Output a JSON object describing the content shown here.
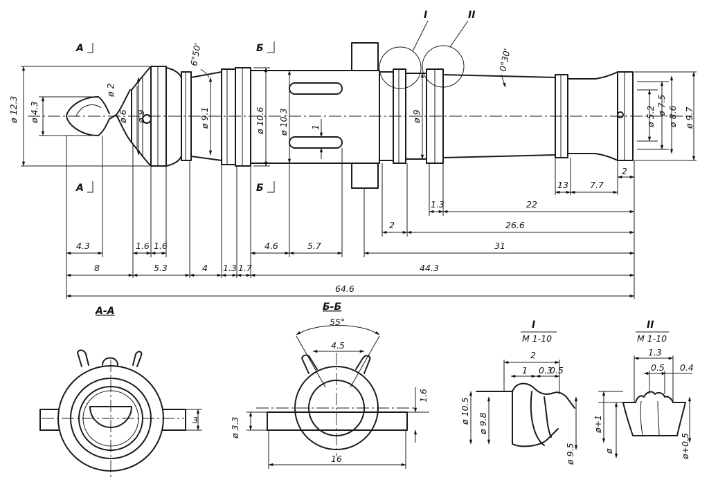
{
  "sections": {
    "aa_marker": "А",
    "bb_marker": "Б",
    "aa_title": "А-А",
    "bb_title": "Б-Б",
    "detail1_title": "I",
    "detail1_scale": "М 1-10",
    "detail2_title": "II",
    "detail2_scale": "М 1-10"
  },
  "main_view": {
    "left_diameters": [
      "ø 12.3",
      "ø 4.3",
      "ø 2",
      "ø 6",
      "ø 9"
    ],
    "angle_neck": "6°50'",
    "angle_taper": "0°30'",
    "mid_diameters": [
      "ø 9.1",
      "ø 10.6",
      "ø 10.3",
      "ø 9"
    ],
    "slot_width": "1",
    "right_diameters": [
      "ø 5.2",
      "ø 7.5",
      "ø 8.6",
      "ø 9.7"
    ],
    "detail_marks": [
      "I",
      "II"
    ]
  },
  "dimensions": {
    "row1": [
      "13",
      "7.7",
      "2"
    ],
    "row2": [
      "1.3",
      "22"
    ],
    "row3": [
      "2",
      "26.6"
    ],
    "row4": [
      "31"
    ],
    "row5": [
      "4.3",
      "1.6",
      "1.6",
      "4.6",
      "5.7"
    ],
    "row6": [
      "8",
      "5.3",
      "4",
      "1.3",
      "1.7",
      "44.3"
    ],
    "overall": "64.6"
  },
  "section_aa": {
    "width_dim": "3"
  },
  "section_bb": {
    "angle": "55°",
    "slot": "4.5",
    "diameter": "ø 3.3",
    "thickness": "1.6",
    "length": "16"
  },
  "detail1": {
    "top": "2",
    "sub": [
      "1",
      "0.3",
      "0.5"
    ],
    "diameters_left": [
      "ø 10.5",
      "ø 9.8"
    ],
    "diameter_right": "ø 9.5"
  },
  "detail2": {
    "top": "1.3",
    "sub": [
      "0.5",
      "0.4"
    ],
    "diameters": [
      "ø+1",
      "ø",
      "ø+0.5"
    ]
  }
}
